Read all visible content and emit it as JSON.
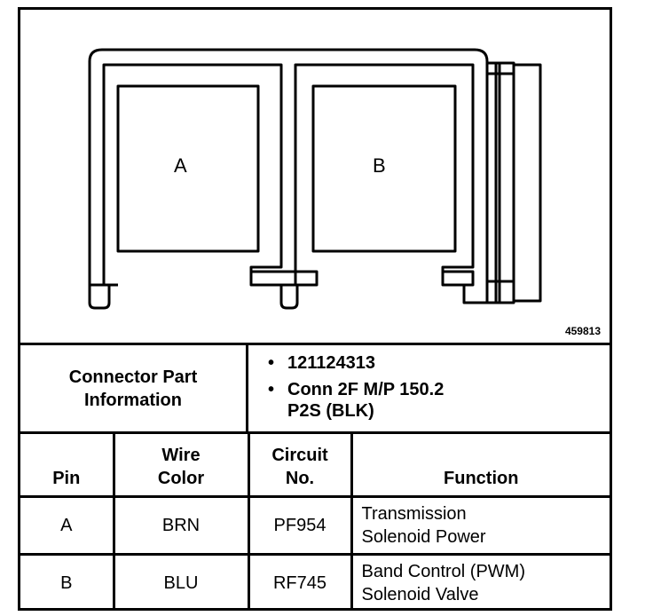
{
  "diagram": {
    "pins": [
      "A",
      "B"
    ],
    "reference_number": "459813"
  },
  "connector_info": {
    "label_line1": "Connector Part",
    "label_line2": "Information",
    "part_number": "121124313",
    "description_line1": "Conn 2F M/P 150.2",
    "description_line2": "P2S (BLK)"
  },
  "table": {
    "headers": {
      "pin": "Pin",
      "wire_line1": "Wire",
      "wire_line2": "Color",
      "circuit_line1": "Circuit",
      "circuit_line2": "No.",
      "function": "Function"
    },
    "rows": [
      {
        "pin": "A",
        "wire": "BRN",
        "circuit": "PF954",
        "function_line1": "Transmission",
        "function_line2": "Solenoid Power"
      },
      {
        "pin": "B",
        "wire": "BLU",
        "circuit": "RF745",
        "function_line1": "Band Control (PWM)",
        "function_line2": "Solenoid Valve"
      }
    ]
  }
}
